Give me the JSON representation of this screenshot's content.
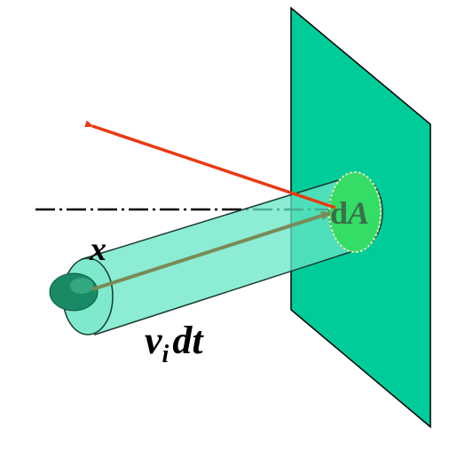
{
  "labels": {
    "area_element": {
      "upright": "d",
      "italic": "A"
    },
    "direction_vector": "x",
    "length": {
      "velocity": "v",
      "subscript": "i",
      "time": "dt"
    }
  },
  "colors": {
    "plane_fill": "#00cc99",
    "plane_stroke": "#000000",
    "area_fill": "#33dd66",
    "cylinder_fill": "#66e6c6",
    "particle_fill": "#1a8a66",
    "velocity_arrow": "#7a8a55",
    "reflected_arrow": "#e83a12",
    "dash_line": "#000000"
  },
  "icons": {
    "reflected": "arrow-icon",
    "velocity": "arrow-icon"
  }
}
